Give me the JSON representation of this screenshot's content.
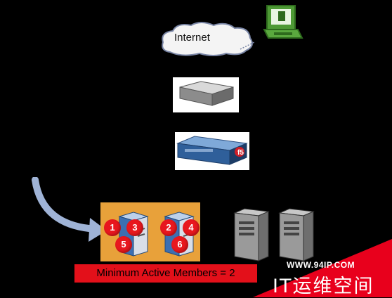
{
  "cloud": {
    "label": "Internet"
  },
  "pool": {
    "badges": [
      "1",
      "3",
      "5",
      "2",
      "4",
      "6"
    ],
    "accent": "#e8a13a"
  },
  "condition": {
    "label": "Minimum Active Members = 2",
    "color": "#e3101a"
  },
  "watermark": {
    "url": "WWW.94IP.COM",
    "brand": "IT运维空间",
    "color": "#e8001c"
  },
  "icons": [
    "cloud-icon",
    "pc-icon",
    "router-icon",
    "load-balancer-icon",
    "server-icon",
    "tower-server-icon",
    "curved-arrow-icon"
  ]
}
